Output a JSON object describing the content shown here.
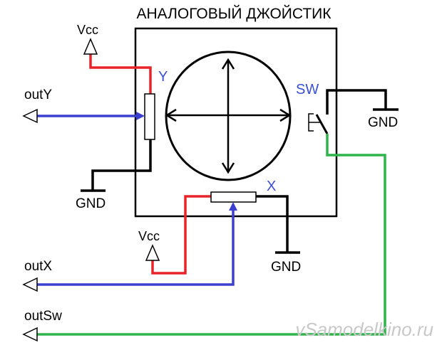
{
  "title": "АНАЛОГОВЫЙ ДЖОЙСТИК",
  "labels": {
    "vcc_top": "Vcc",
    "vcc_bottom": "Vcc",
    "out_y": "outY",
    "out_x": "outX",
    "out_sw": "outSw",
    "gnd_left": "GND",
    "gnd_bottom": "GND",
    "gnd_right": "GND",
    "axis_y": "Y",
    "axis_x": "X",
    "switch": "SW"
  },
  "watermark": "vSamodelkino.ru",
  "colors": {
    "vcc_wire": "#e8232a",
    "signal_wire": "#3a3fcf",
    "switch_wire": "#2fb34a",
    "ground_wire": "#000000",
    "label_blue": "#3a4fd8",
    "watermark": "#c8c8c8"
  }
}
